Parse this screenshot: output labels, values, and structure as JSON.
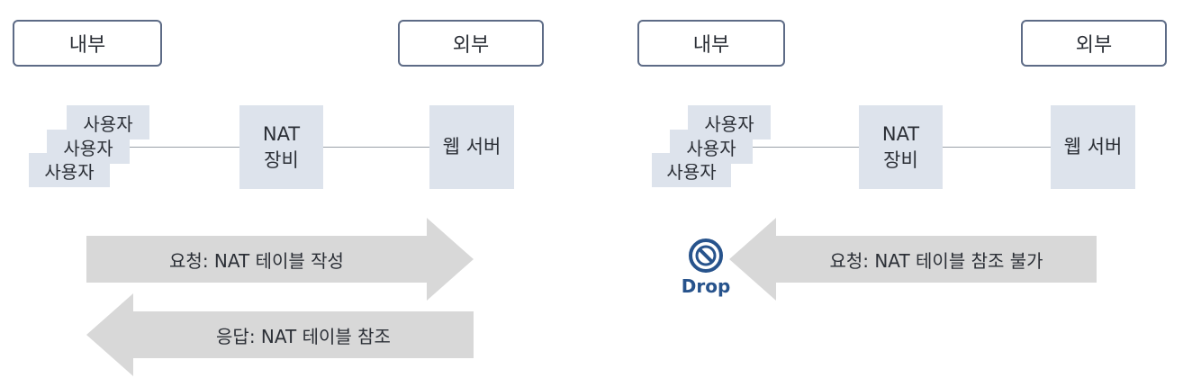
{
  "left": {
    "inside_label": "내부",
    "outside_label": "외부",
    "users": [
      "사용자",
      "사용자",
      "사용자"
    ],
    "nat_device": [
      "NAT",
      "장비"
    ],
    "web_server": "웹 서버",
    "request_arrow": "요청: NAT 테이블 작성",
    "response_arrow": "응답: NAT 테이블 참조"
  },
  "right": {
    "inside_label": "내부",
    "outside_label": "외부",
    "users": [
      "사용자",
      "사용자",
      "사용자"
    ],
    "nat_device": [
      "NAT",
      "장비"
    ],
    "web_server": "웹 서버",
    "request_arrow": "요청: NAT 테이블 참조 불가",
    "drop_label": "Drop",
    "drop_icon": "blocked-icon"
  },
  "colors": {
    "box_fill": "#dde3ec",
    "label_border": "#5d6b86",
    "arrow_fill": "#d8d8d8",
    "drop_blue": "#27538c"
  }
}
